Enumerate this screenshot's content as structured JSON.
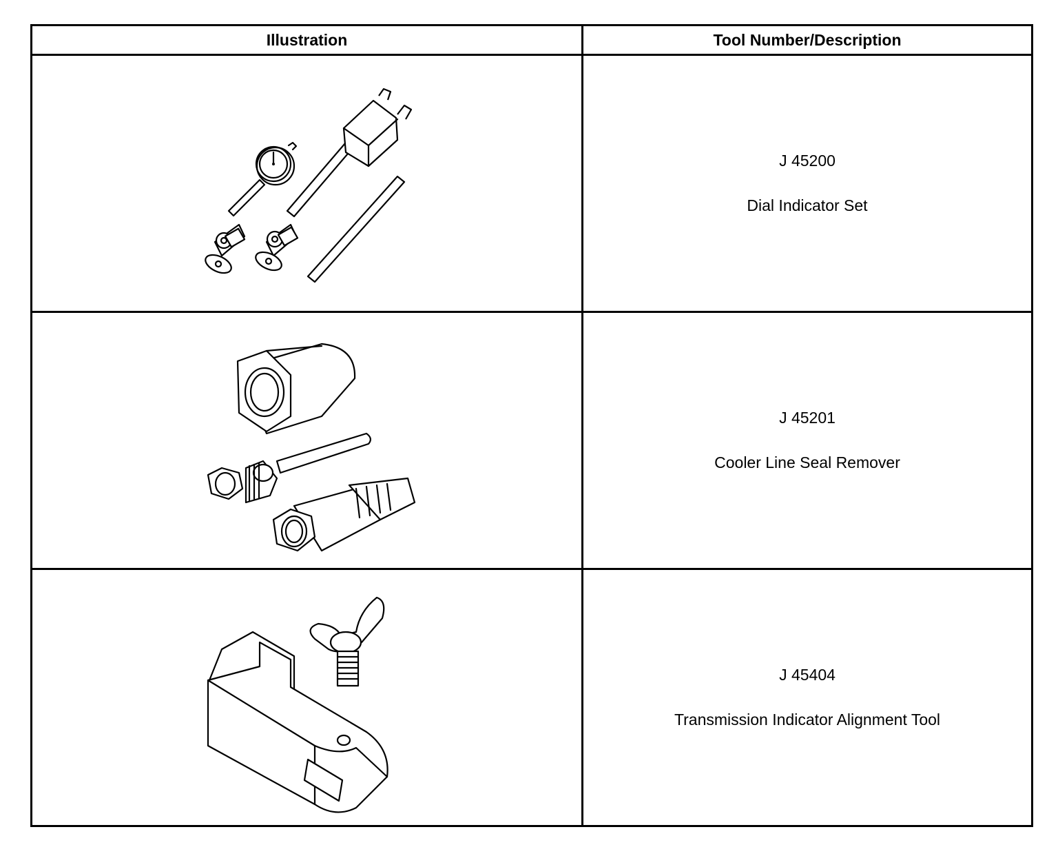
{
  "table": {
    "header_illustration": "Illustration",
    "header_tool": "Tool Number/Description"
  },
  "tools": [
    {
      "number": "J 45200",
      "description": "Dial Indicator Set",
      "icon": "dial-indicator-set-icon"
    },
    {
      "number": "J 45201",
      "description": "Cooler Line Seal Remover",
      "icon": "cooler-line-seal-remover-icon"
    },
    {
      "number": "J 45404",
      "description": "Transmission Indicator Alignment Tool",
      "icon": "transmission-indicator-alignment-tool-icon"
    }
  ]
}
